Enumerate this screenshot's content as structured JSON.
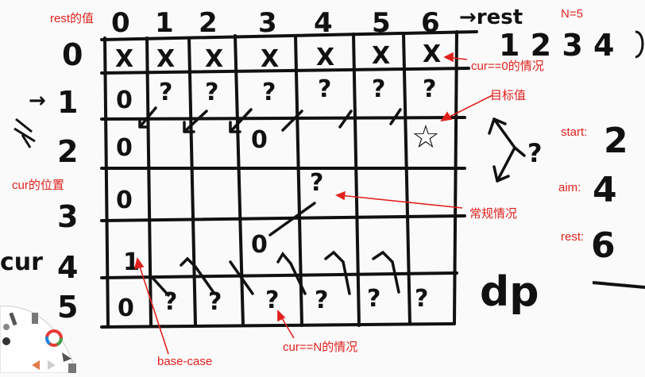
{
  "annotations": {
    "rest_value": "rest的值",
    "n_eq": "N=5",
    "cur_zero": "cur==0的情况",
    "target_value": "目标值",
    "cur_position": "cur的位置",
    "normal_case": "常规情况",
    "base_case": "base-case",
    "cur_n": "cur==N的情况",
    "start_label": "start:",
    "aim_label": "aim:",
    "rest_label": "rest:"
  },
  "handwriting": {
    "col_headers": [
      "0",
      "1",
      "2",
      "3",
      "4",
      "5",
      "6"
    ],
    "rest_arrow": "→rest",
    "row_headers": [
      "0",
      "1",
      "2",
      "3",
      "4",
      "5"
    ],
    "cur_arrow": "→",
    "cur_word": "cur",
    "side_numbers": "1 2 3 4",
    "start_value": "2",
    "aim_value": "4",
    "rest_value": "6",
    "dp": "dp",
    "cells": [
      [
        "X",
        "X",
        "X",
        "X",
        "X",
        "X",
        "X"
      ],
      [
        "0",
        "?",
        "?",
        "?",
        "?",
        "?",
        "?"
      ],
      [
        "0",
        "",
        "",
        "0",
        "",
        "",
        "☆"
      ],
      [
        "0",
        "",
        "",
        "",
        "?",
        "",
        ""
      ],
      [
        "1",
        "",
        "",
        "0",
        "",
        "",
        ""
      ],
      [
        "0",
        "?",
        "?",
        "?",
        "?",
        "?",
        "?"
      ]
    ]
  },
  "colors": {
    "annotation": "#e0211d",
    "ink": "#111111",
    "background": "#fafafa"
  },
  "toolbar_icons": [
    "pen-icon",
    "eraser-icon",
    "color-wheel-icon",
    "pointer-icon",
    "undo-icon",
    "redo-icon",
    "trash-icon"
  ]
}
